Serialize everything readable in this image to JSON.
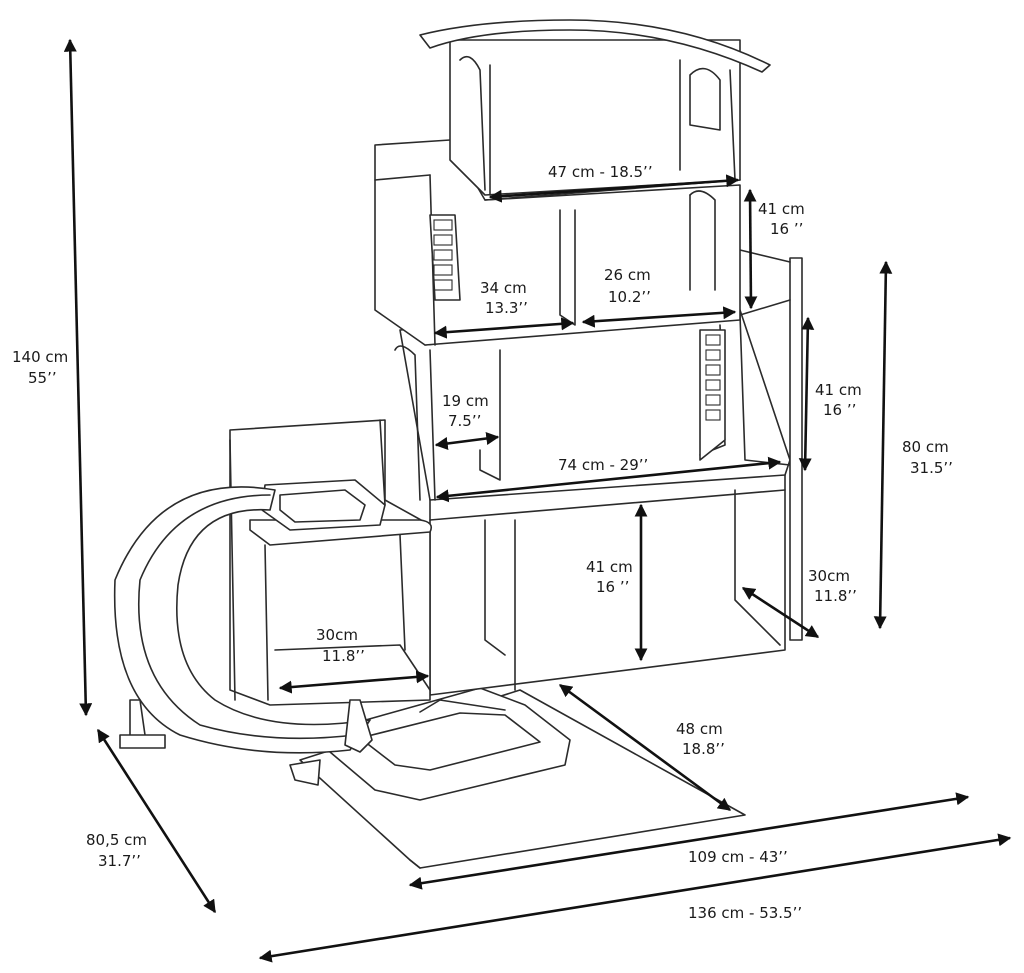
{
  "diagram": {
    "labels": {
      "height_total_cm": "140 cm",
      "height_total_in": "55’’",
      "top_width": "47 cm - 18.5’’",
      "top_floor_h_cm": "41 cm",
      "top_floor_h_in": "16 ’’",
      "mid_left_cm": "34 cm",
      "mid_left_in": "13.3’’",
      "mid_right_cm": "26 cm",
      "mid_right_in": "10.2’’",
      "right_floor_h_cm": "41 cm",
      "right_floor_h_in": "16 ’’",
      "right_height_cm": "80 cm",
      "right_height_in": "31.5’’",
      "small_room_cm": "19 cm",
      "small_room_in": "7.5’’",
      "mid_width": "74 cm - 29’’",
      "ground_h_cm": "41 cm",
      "ground_h_in": "16 ’’",
      "depth_right_cm": "30cm",
      "depth_right_in": "11.8’’",
      "garage_cm": "30cm",
      "garage_in": "11.8’’",
      "ramp_cm": "48 cm",
      "ramp_in": "18.8’’",
      "depth_total_cm": "80,5 cm",
      "depth_total_in": "31.7’’",
      "width_base": "109 cm - 43’’",
      "width_total": "136 cm - 53.5’’"
    }
  }
}
